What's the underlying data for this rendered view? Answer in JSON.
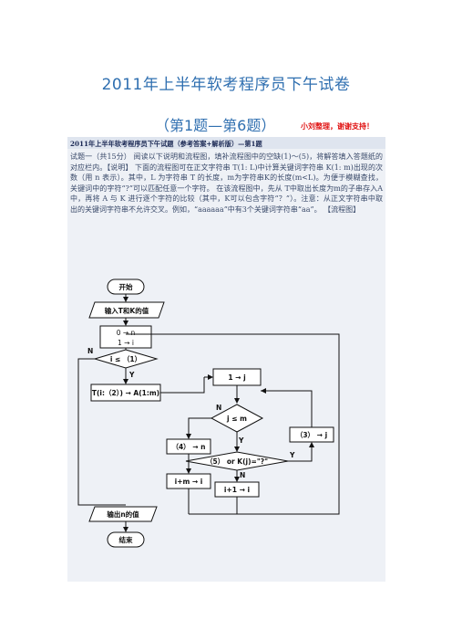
{
  "doc": {
    "title": "2011年上半年软考程序员下午试卷",
    "subtitle": "（第1题—第6题）",
    "thanks": "小刘整理，谢谢支持！",
    "heading": "2011年上半年软考程序员下午试题（参考答案+解析版）—第1题",
    "body": "试题一（共15分） 阅读以下说明和流程图，填补流程图中的空缺(1)～(5)，将解答填入答题纸的对应栏内。【说明】 下面的流程图可在正文字符串 T(1: L)中计算关键词字符串 K(1: m)出现的次数（用 n 表示）。其中，L 为字符串 T 的长度，m为字符串K的长度(m<L)。为便于模糊查找，关键词中的字符“?”可以匹配任意一个字符。 在该流程图中，先从 T中取出长度为m的子串存入A中，再将 A 与 K 进行逐个字符的比较（其中，K可以包含字符“？”）。注意：从正文字符串中取出的关键词字符串不允许交叉。例如，“aaaaaa”中有3个关键词字符串“aa”。 【流程图】"
  },
  "flowchart": {
    "start": "开始",
    "input": "输入T和K的值",
    "init1": "0 → n",
    "init2": "1 → i",
    "cond1": "i ≤ （1）",
    "assign_a": "T(i:（2）) → A(1:m)",
    "j_init": "1 → j",
    "cond2": "j ≤ m",
    "blank4": "（4） → n",
    "blank3": "（3） → j",
    "cond3": "（5） or K(j)=\"?\"",
    "i_plus_m": "i+m → i",
    "i_plus_1": "i+1 → i",
    "output": "输出n的值",
    "end": "结束",
    "label_n": "N",
    "label_y": "Y"
  }
}
